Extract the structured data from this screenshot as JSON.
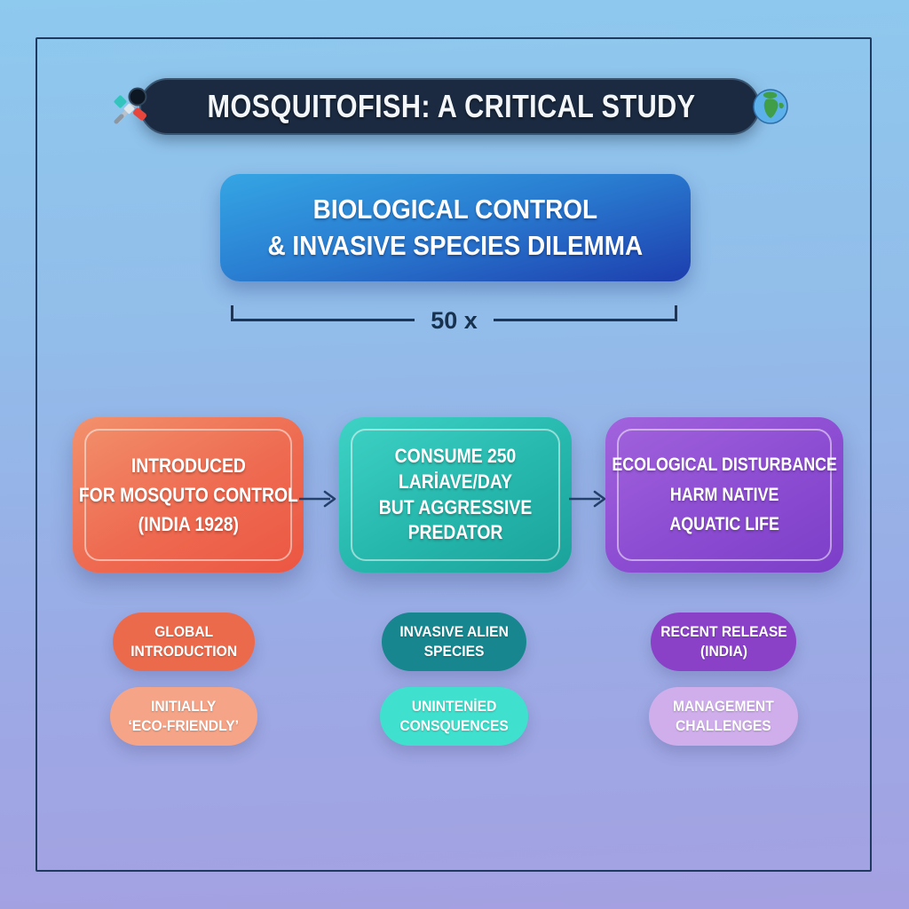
{
  "palette": {
    "background_top": "#8ec9ee",
    "background_bottom": "#a5a0e1",
    "frame_border": "#1f3a5e",
    "header_bg": "#1b2a40",
    "title_box_gradient": [
      "#35a5e4",
      "#1d3eae"
    ],
    "ink": "#1d3557",
    "orange_box": [
      "#f2916c",
      "#ec5642"
    ],
    "teal_box": [
      "#3ed2c5",
      "#1aa29a"
    ],
    "purple_box": [
      "#a263dd",
      "#7c3ec8"
    ],
    "pill_orange": "#ec6a4c",
    "pill_peach": "#f5a487",
    "pill_dark_teal": "#17868e",
    "pill_light_teal": "#3fe0cd",
    "pill_purple": "#8a41c8",
    "pill_lavender": "#cfaeeb"
  },
  "header": {
    "title": "MOSQUITOFISH: A CRITICAL STUDY",
    "left_icon": "crossed-tools-icon",
    "right_icon": "globe-icon"
  },
  "title_box": {
    "line1": "BIOLOGICAL CONTROL",
    "line2": "& INVASIVE SPECIES DILEMMA"
  },
  "measure": {
    "label": "50 x"
  },
  "flow": [
    {
      "name": "introduction",
      "lines": [
        "INTRODUCED",
        "FOR MOSQUTO CONTROL",
        "(INDIA 1928)"
      ]
    },
    {
      "name": "consumption",
      "lines": [
        "CONSUME 250",
        "LARİAVE/DAY",
        "BUT AGGRESSIVE",
        "PREDATOR"
      ]
    },
    {
      "name": "ecological-impact",
      "lines": [
        "ECOLOGICAL DISTURBANCE",
        "HARM NATIVE",
        "AQUATIC LIFE"
      ]
    }
  ],
  "tags": [
    {
      "name": "global-introduction",
      "lines": [
        "GLOBAL",
        "INTRODUCTION"
      ]
    },
    {
      "name": "eco-friendly",
      "lines": [
        "INITIALLY",
        "‘ECO-FRIENDLY’"
      ]
    },
    {
      "name": "invasive-alien-species",
      "lines": [
        "INVASIVE ALIEN",
        "SPECIES"
      ]
    },
    {
      "name": "unintended-consequences",
      "lines": [
        "UNINTENİED",
        "CONSQUENCES"
      ]
    },
    {
      "name": "recent-release",
      "lines": [
        "RECENT RELEASE",
        "(INDIA)"
      ]
    },
    {
      "name": "management-challenges",
      "lines": [
        "MANAGEMENT",
        "CHALLENGES"
      ]
    }
  ]
}
